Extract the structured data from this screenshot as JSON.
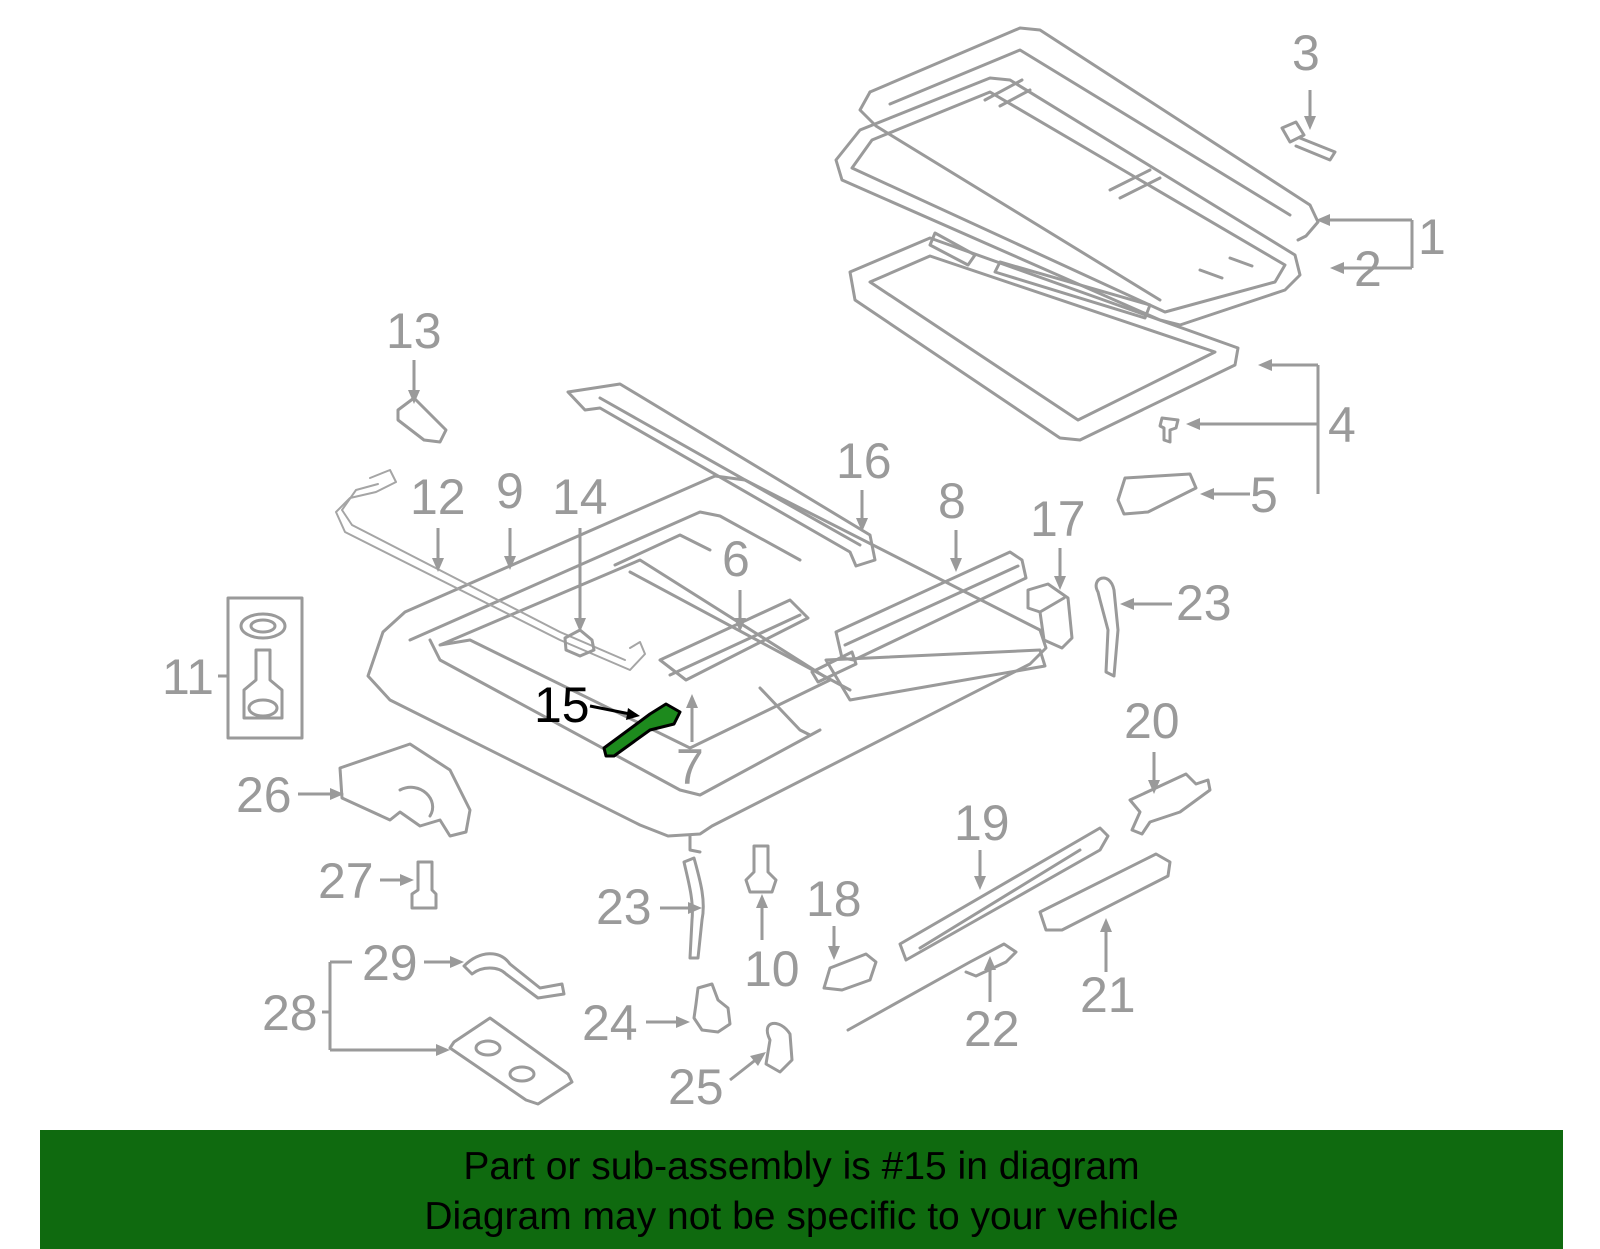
{
  "diagram": {
    "highlighted_part": "15",
    "callouts": {
      "c1": "1",
      "c2": "2",
      "c3": "3",
      "c4": "4",
      "c5": "5",
      "c6": "6",
      "c7": "7",
      "c8": "8",
      "c9": "9",
      "c10": "10",
      "c11": "11",
      "c12": "12",
      "c13": "13",
      "c14": "14",
      "c15": "15",
      "c16": "16",
      "c17": "17",
      "c18": "18",
      "c19": "19",
      "c20": "20",
      "c21": "21",
      "c22": "22",
      "c23a": "23",
      "c23b": "23",
      "c24": "24",
      "c25": "25",
      "c26": "26",
      "c27": "27",
      "c28": "28",
      "c29": "29"
    },
    "colors": {
      "line": "#9a9a9a",
      "highlight": "#1d8a1d",
      "banner": "#0f6a0f"
    }
  },
  "banner": {
    "line1": "Part or sub-assembly is #15 in diagram",
    "line2": "Diagram may not be specific to your vehicle"
  }
}
